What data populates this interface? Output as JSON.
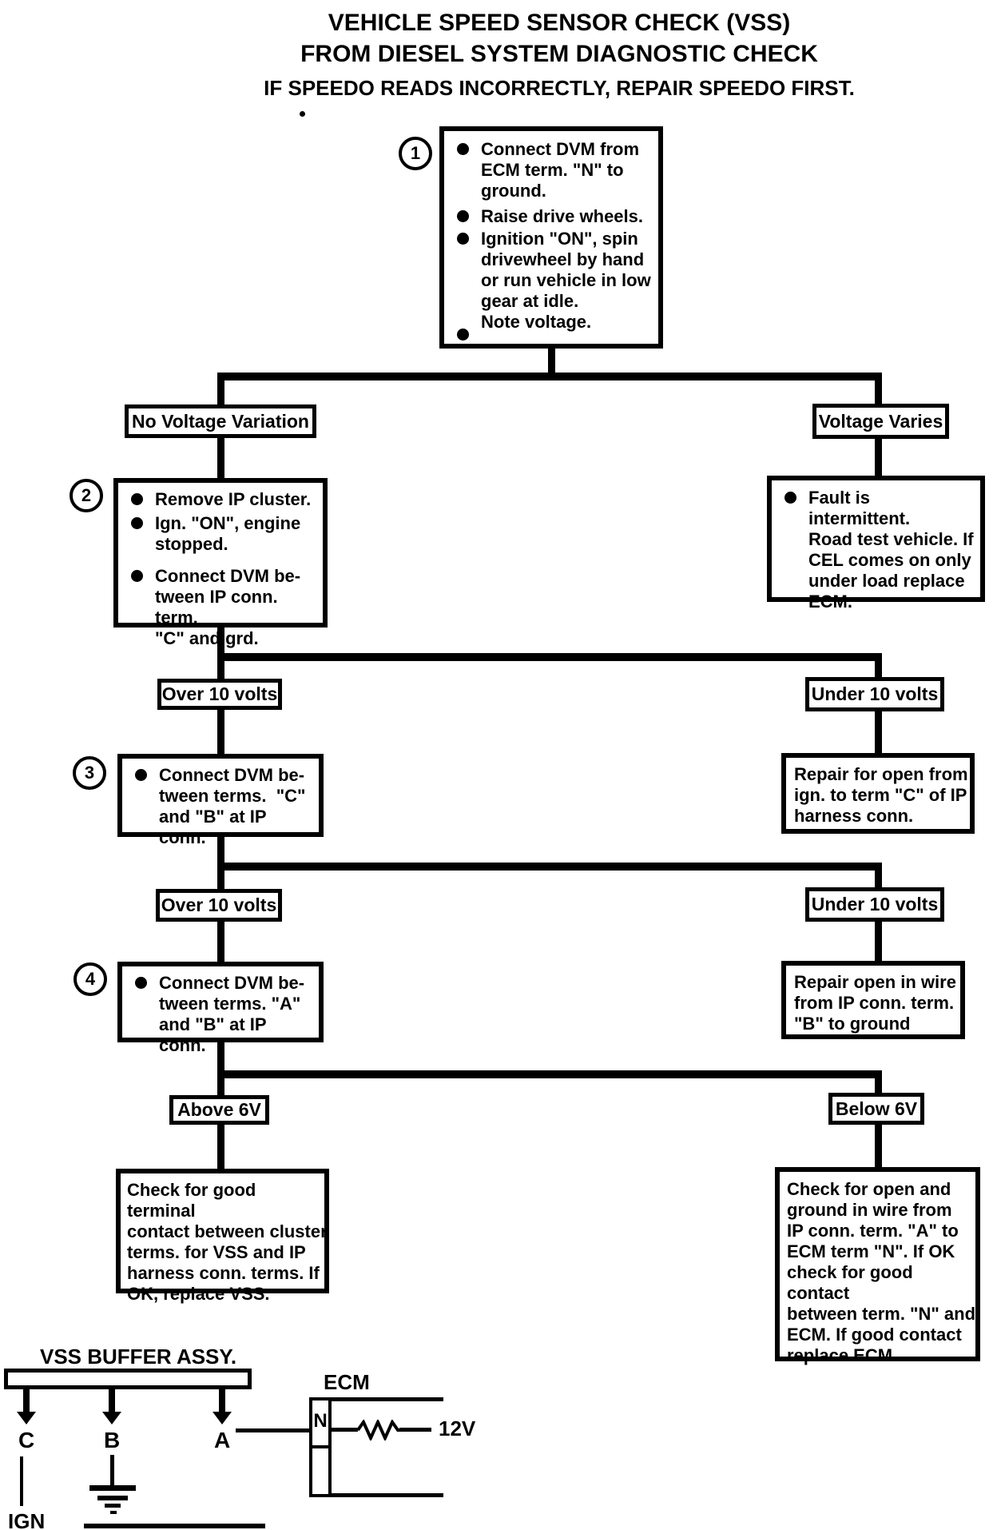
{
  "title": {
    "line1": "VEHICLE SPEED SENSOR CHECK (VSS)",
    "line2": "FROM DIESEL SYSTEM DIAGNOSTIC CHECK",
    "subtitle": "IF SPEEDO READS INCORRECTLY, REPAIR SPEEDO FIRST."
  },
  "steps": {
    "s1": {
      "number": "1",
      "bullets": [
        "Connect DVM from\nECM term. \"N\" to\nground.",
        "Raise drive wheels.",
        "Ignition \"ON\", spin\ndrivewheel by hand\nor run vehicle in low\ngear at idle.\nNote voltage."
      ]
    },
    "s2": {
      "number": "2",
      "bullets": [
        "Remove IP cluster.",
        "Ign. \"ON\", engine\nstopped.",
        "Connect DVM be-\ntween IP conn. term.\n\"C\" and grd."
      ]
    },
    "s3": {
      "number": "3",
      "bullets": [
        "Connect DVM be-\ntween terms.  \"C\"\nand \"B\" at IP conn."
      ]
    },
    "s4": {
      "number": "4",
      "bullets": [
        "Connect DVM be-\ntween terms. \"A\"\nand \"B\" at IP conn."
      ]
    }
  },
  "outcomes": {
    "no_voltage_variation": "No Voltage Variation",
    "voltage_varies": "Voltage Varies",
    "over_10_volts_1": "Over 10 volts",
    "under_10_volts_1": "Under 10 volts",
    "over_10_volts_2": "Over 10 volts",
    "under_10_volts_2": "Under 10 volts",
    "above_6v": "Above 6V",
    "below_6v": "Below 6V"
  },
  "results": {
    "fault_intermittent": "Fault is intermittent.\nRoad test vehicle. If\nCEL comes on only\nunder load replace\nECM.",
    "repair_open_ign": "Repair for open from\nign. to term \"C\" of IP\nharness conn.",
    "repair_open_wire": "Repair open in wire\nfrom IP conn. term.\n\"B\" to ground",
    "check_terminal_contact": "Check for good terminal\ncontact between cluster\nterms. for VSS and IP\nharness conn. terms. If\nOK, replace VSS.",
    "check_open_ground": "Check for open and\nground in wire from\nIP conn. term. \"A\" to\nECM term \"N\". If OK\ncheck for good contact\nbetween term. \"N\" and\nECM. If good contact\nreplace ECM."
  },
  "schematic": {
    "assembly_label": "VSS BUFFER ASSY.",
    "terminal_c": "C",
    "terminal_b": "B",
    "terminal_a": "A",
    "ign_label": "IGN",
    "ecm_label": "ECM",
    "ecm_terminal": "N",
    "voltage_label": "12V"
  }
}
